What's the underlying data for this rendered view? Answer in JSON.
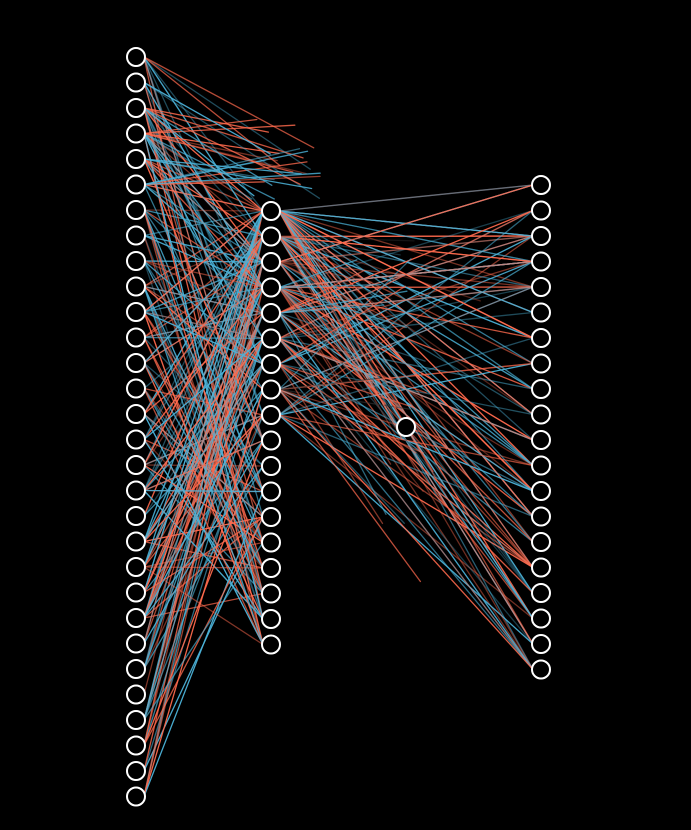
{
  "diagram": {
    "type": "neural-network",
    "colors": {
      "background": "#000000",
      "node_stroke": "#ffffff",
      "node_fill": "#000000",
      "positive_edge": "#ff6a4d",
      "negative_edge": "#4cb3d9"
    },
    "layers": [
      {
        "name": "input",
        "node_count": 30
      },
      {
        "name": "hidden",
        "node_count": 18
      },
      {
        "name": "output",
        "node_count": 20
      }
    ],
    "detached_node_count": 1
  }
}
